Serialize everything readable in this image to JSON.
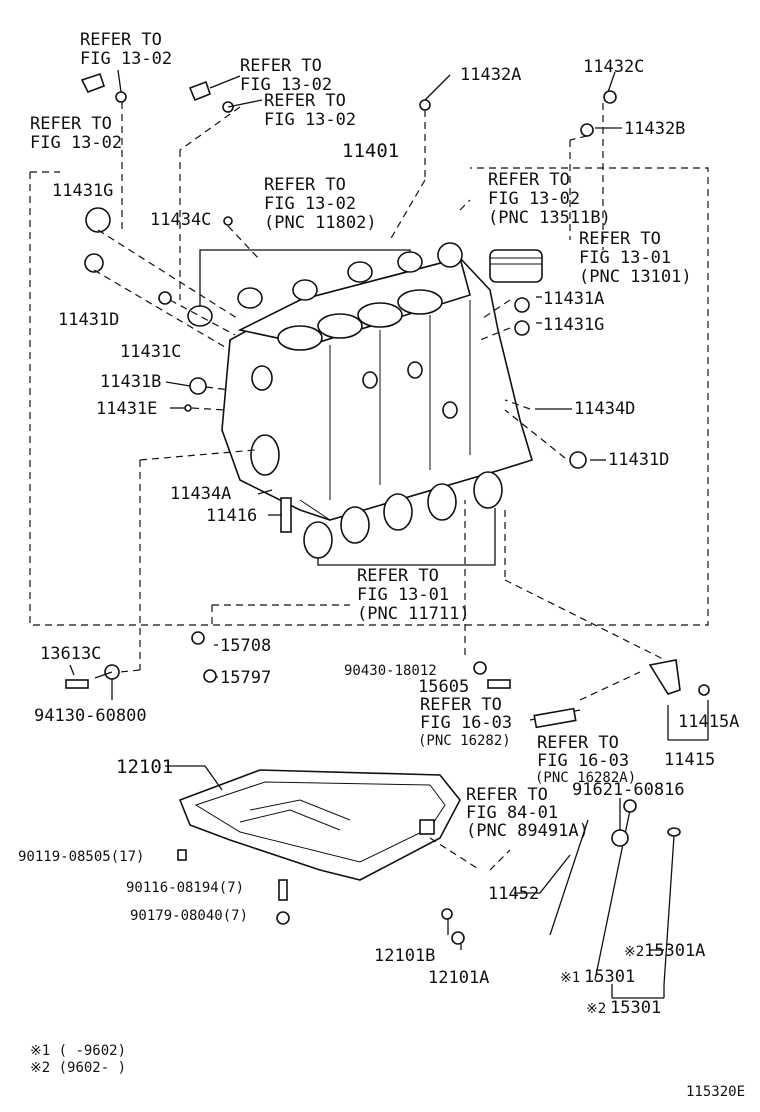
{
  "refs": {
    "r1302_a": [
      "REFER TO",
      "FIG 13-02"
    ],
    "r1302_b": [
      "REFER TO",
      "FIG 13-02"
    ],
    "r1302_c": [
      "REFER TO",
      "FIG 13-02"
    ],
    "r1302_d": [
      "REFER TO",
      "FIG 13-02"
    ],
    "r1302_pnc11802": [
      "REFER TO",
      "FIG 13-02",
      "(PNC 11802)"
    ],
    "r1302_pnc13511b": [
      "REFER TO",
      "FIG 13-02",
      "(PNC 13511B)"
    ],
    "r1301_pnc13101": [
      "REFER TO",
      "FIG 13-01",
      "(PNC 13101)"
    ],
    "r1301_pnc11711": [
      "REFER TO",
      "FIG 13-01",
      "(PNC 11711)"
    ],
    "r1603_pnc16282": [
      "REFER TO",
      "FIG 16-03",
      "(PNC 16282)"
    ],
    "r1603_pnc16282a": [
      "REFER TO",
      "FIG 16-03",
      "(PNC 16282A)"
    ],
    "r8401_pnc89491a": [
      "REFER TO",
      "FIG 84-01",
      "(PNC 89491A)"
    ]
  },
  "parts": {
    "p11432A": "11432A",
    "p11432C": "11432C",
    "p11432B": "11432B",
    "p11401": "11401",
    "p11431G_top": "11431G",
    "p11434C": "11434C",
    "p11431D_left": "11431D",
    "p11431C": "11431C",
    "p11431B": "11431B",
    "p11431E": "11431E",
    "p11431A": "11431A",
    "p11431G_right": "11431G",
    "p11434D": "11434D",
    "p11431D_right": "11431D",
    "p11434A": "11434A",
    "p11416": "11416",
    "p13613C": "13613C",
    "p15708": "15708",
    "p15797": "15797",
    "p94130": "94130-60800",
    "p90430": "90430-18012",
    "p15605": "15605",
    "p11415A": "11415A",
    "p11415": "11415",
    "p12101": "12101",
    "p91621": "91621-60816",
    "p90119": "90119-08505(17)",
    "p90116": "90116-08194(7)",
    "p90179": "90179-08040(7)",
    "p11452": "11452",
    "p12101B": "12101B",
    "p12101A": "12101A",
    "p15301A": "15301A",
    "p15301_1": "15301",
    "p15301_2": "15301"
  },
  "marks": {
    "m1": "※1",
    "m2": "※2"
  },
  "footnotes": {
    "note1": "※1 (    -9602)",
    "note2": "※2 (9602-    )"
  },
  "figure_code": "115320E"
}
